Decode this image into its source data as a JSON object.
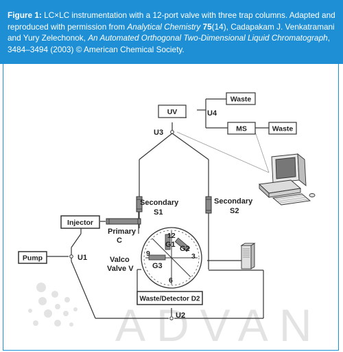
{
  "figure": {
    "label": "Figure 1:",
    "text_a": " LC×LC instrumentation with a 12-port valve with three trap columns. Adapted and reproduced with permission from ",
    "journal": "Analytical Chemistry",
    "volume": "75",
    "text_b": "(14), Cadapakam J. Venkatramani and Yury Zelechonok, ",
    "article_title": "An Automated Orthogonal Two-Dimensional Liquid Chromatograph",
    "text_c": ", 3484–3494 (2003) © American Chemical Society."
  },
  "labels": {
    "waste_top": "Waste",
    "uv": "UV",
    "u4": "U4",
    "ms": "MS",
    "waste_ms": "Waste",
    "u3": "U3",
    "secondary_s1_a": "Secondary",
    "secondary_s1_b": "S1",
    "secondary_s2_a": "Secondary",
    "secondary_s2_b": "S2",
    "injector": "Injector",
    "primary_a": "Primary",
    "primary_b": "C",
    "pump": "Pump",
    "u1": "U1",
    "valco_a": "Valco",
    "valco_b": "Valve V",
    "port_12": "12",
    "port_3": "3",
    "port_6": "6",
    "port_9": "9",
    "g1": "G1",
    "g2": "G2",
    "g3": "G3",
    "waste_detector": "Waste/Detector D2",
    "u2": "U2"
  },
  "watermark": {
    "text": "ADVAN"
  },
  "colors": {
    "caption_bg": "#1e8fd4",
    "line": "#333333",
    "column_fill": "#8a8a8a",
    "watermark": "#e3e3e3"
  }
}
